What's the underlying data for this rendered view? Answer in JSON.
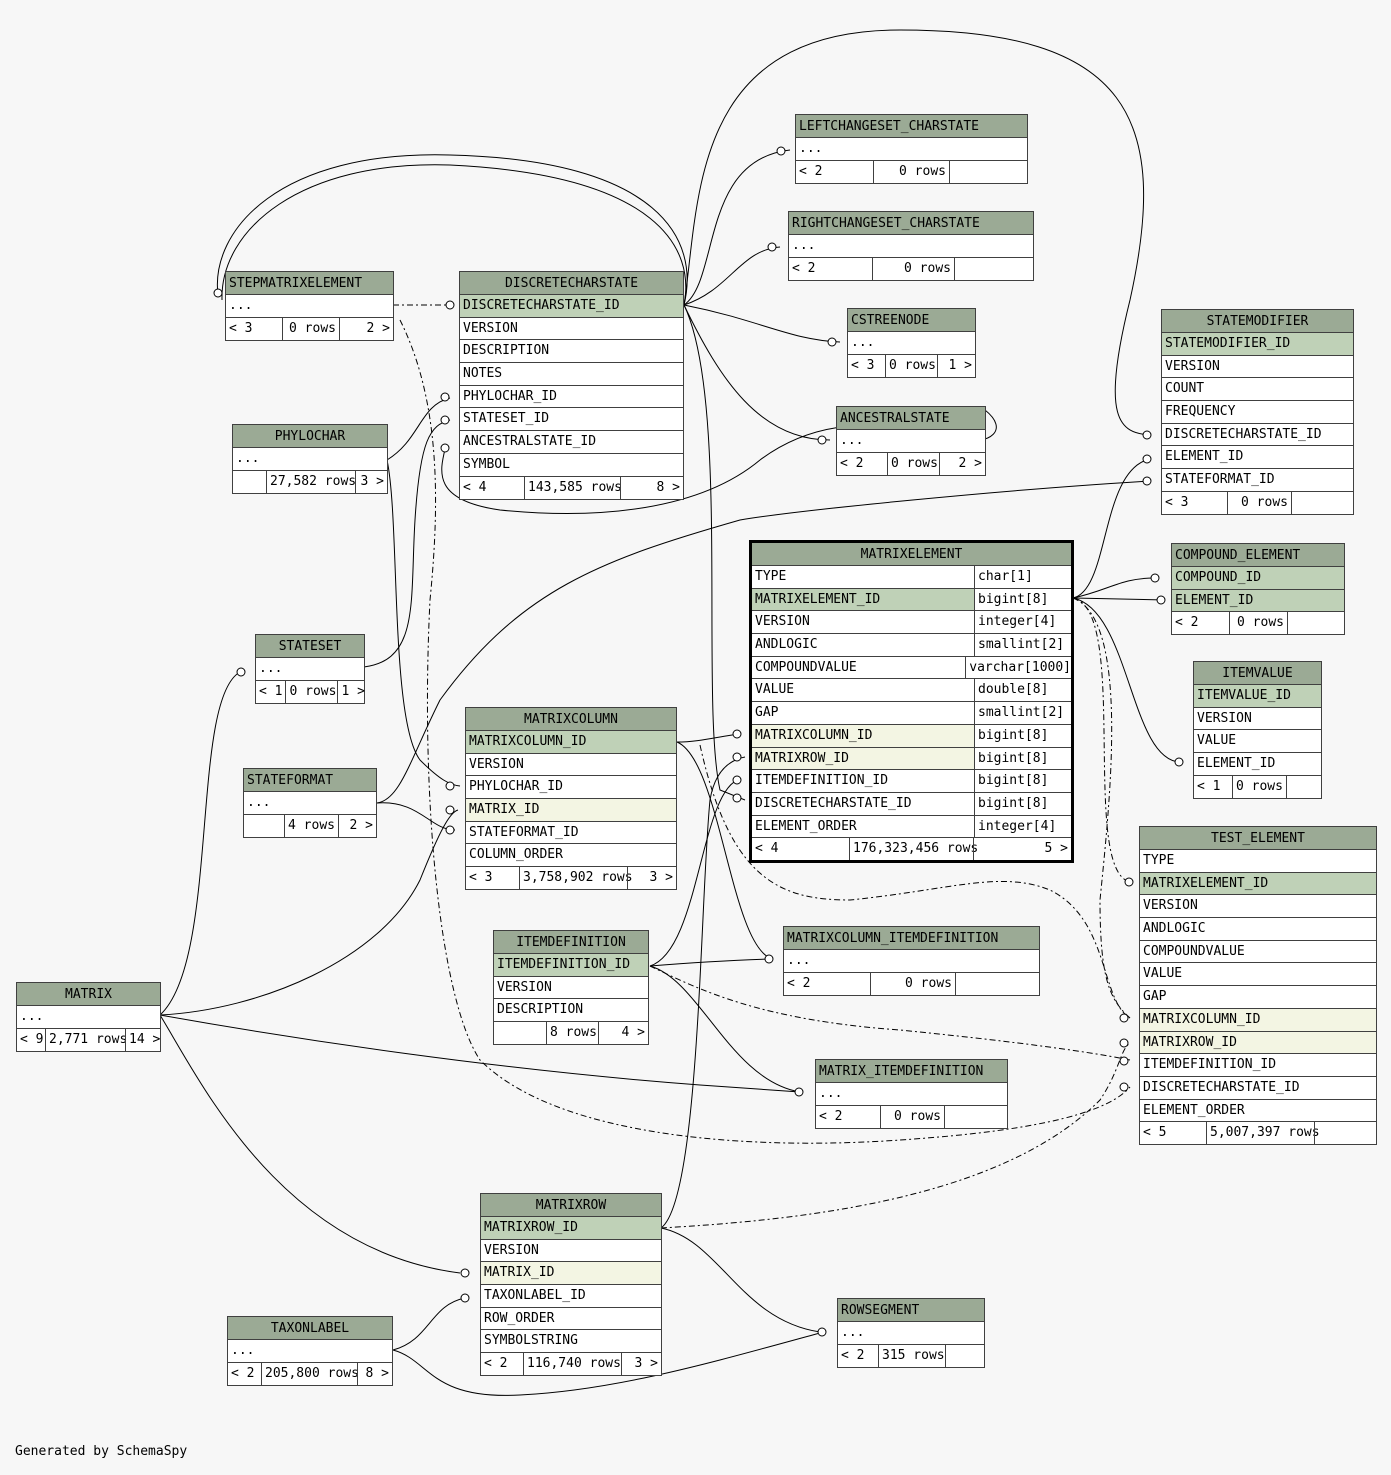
{
  "footer_text": "Generated by SchemaSpy",
  "tables": {
    "leftchangeset_charstate": {
      "name": "LEFTCHANGESET_CHARSTATE",
      "rows": [
        "..."
      ],
      "foot": [
        "< 2",
        "0 rows",
        ""
      ]
    },
    "rightchangeset_charstate": {
      "name": "RIGHTCHANGESET_CHARSTATE",
      "rows": [
        "..."
      ],
      "foot": [
        "< 2",
        "0 rows",
        ""
      ]
    },
    "stepmatrixelement": {
      "name": "STEPMATRIXELEMENT",
      "rows": [
        "..."
      ],
      "foot": [
        "< 3",
        "0 rows",
        "2 >"
      ]
    },
    "discretecharstate": {
      "name": "DISCRETECHARSTATE",
      "rows": [
        "DISCRETECHARSTATE_ID",
        "VERSION",
        "DESCRIPTION",
        "NOTES",
        "PHYLOCHAR_ID",
        "STATESET_ID",
        "ANCESTRALSTATE_ID",
        "SYMBOL"
      ],
      "foot": [
        "< 4",
        "143,585 rows",
        "8 >"
      ]
    },
    "cstreenode": {
      "name": "CSTREENODE",
      "rows": [
        "..."
      ],
      "foot": [
        "< 3",
        "0 rows",
        "1 >"
      ]
    },
    "statemodifier": {
      "name": "STATEMODIFIER",
      "rows": [
        "STATEMODIFIER_ID",
        "VERSION",
        "COUNT",
        "FREQUENCY",
        "DISCRETECHARSTATE_ID",
        "ELEMENT_ID",
        "STATEFORMAT_ID"
      ],
      "foot": [
        "< 3",
        "0 rows",
        ""
      ]
    },
    "ancestralstate": {
      "name": "ANCESTRALSTATE",
      "rows": [
        "..."
      ],
      "foot": [
        "< 2",
        "0 rows",
        "2 >"
      ]
    },
    "phylochar": {
      "name": "PHYLOCHAR",
      "rows": [
        "..."
      ],
      "foot": [
        "",
        "27,582 rows",
        "3 >"
      ]
    },
    "matrixelement": {
      "name": "MATRIXELEMENT",
      "rows": [
        [
          "TYPE",
          "char[1]"
        ],
        [
          "MATRIXELEMENT_ID",
          "bigint[8]"
        ],
        [
          "VERSION",
          "integer[4]"
        ],
        [
          "ANDLOGIC",
          "smallint[2]"
        ],
        [
          "COMPOUNDVALUE",
          "varchar[1000]"
        ],
        [
          "VALUE",
          "double[8]"
        ],
        [
          "GAP",
          "smallint[2]"
        ],
        [
          "MATRIXCOLUMN_ID",
          "bigint[8]"
        ],
        [
          "MATRIXROW_ID",
          "bigint[8]"
        ],
        [
          "ITEMDEFINITION_ID",
          "bigint[8]"
        ],
        [
          "DISCRETECHARSTATE_ID",
          "bigint[8]"
        ],
        [
          "ELEMENT_ORDER",
          "integer[4]"
        ]
      ],
      "foot": [
        "< 4",
        "176,323,456 rows",
        "5 >"
      ]
    },
    "compound_element": {
      "name": "COMPOUND_ELEMENT",
      "rows": [
        "COMPOUND_ID",
        "ELEMENT_ID"
      ],
      "foot": [
        "< 2",
        "0 rows",
        ""
      ]
    },
    "stateset": {
      "name": "STATESET",
      "rows": [
        "..."
      ],
      "foot": [
        "< 1",
        "0 rows",
        "1 >"
      ]
    },
    "itemvalue": {
      "name": "ITEMVALUE",
      "rows": [
        "ITEMVALUE_ID",
        "VERSION",
        "VALUE",
        "ELEMENT_ID"
      ],
      "foot": [
        "< 1",
        "0 rows",
        ""
      ]
    },
    "matrixcolumn": {
      "name": "MATRIXCOLUMN",
      "rows": [
        "MATRIXCOLUMN_ID",
        "VERSION",
        "PHYLOCHAR_ID",
        "MATRIX_ID",
        "STATEFORMAT_ID",
        "COLUMN_ORDER"
      ],
      "foot": [
        "< 3",
        "3,758,902 rows",
        "3 >"
      ]
    },
    "stateformat": {
      "name": "STATEFORMAT",
      "rows": [
        "..."
      ],
      "foot": [
        "",
        "4 rows",
        "2 >"
      ]
    },
    "test_element": {
      "name": "TEST_ELEMENT",
      "rows": [
        "TYPE",
        "MATRIXELEMENT_ID",
        "VERSION",
        "ANDLOGIC",
        "COMPOUNDVALUE",
        "VALUE",
        "GAP",
        "MATRIXCOLUMN_ID",
        "MATRIXROW_ID",
        "ITEMDEFINITION_ID",
        "DISCRETECHARSTATE_ID",
        "ELEMENT_ORDER"
      ],
      "foot": [
        "< 5",
        "5,007,397 rows",
        ""
      ]
    },
    "matrixcolumn_itemdefinition": {
      "name": "MATRIXCOLUMN_ITEMDEFINITION",
      "rows": [
        "..."
      ],
      "foot": [
        "< 2",
        "0 rows",
        ""
      ]
    },
    "itemdefinition": {
      "name": "ITEMDEFINITION",
      "rows": [
        "ITEMDEFINITION_ID",
        "VERSION",
        "DESCRIPTION"
      ],
      "foot": [
        "",
        "8 rows",
        "4 >"
      ]
    },
    "matrix": {
      "name": "MATRIX",
      "rows": [
        "..."
      ],
      "foot": [
        "< 9",
        "2,771 rows",
        "14 >"
      ]
    },
    "matrix_itemdefinition": {
      "name": "MATRIX_ITEMDEFINITION",
      "rows": [
        "..."
      ],
      "foot": [
        "< 2",
        "0 rows",
        ""
      ]
    },
    "matrixrow": {
      "name": "MATRIXROW",
      "rows": [
        "MATRIXROW_ID",
        "VERSION",
        "MATRIX_ID",
        "TAXONLABEL_ID",
        "ROW_ORDER",
        "SYMBOLSTRING"
      ],
      "foot": [
        "< 2",
        "116,740 rows",
        "3 >"
      ]
    },
    "rowsegment": {
      "name": "ROWSEGMENT",
      "rows": [
        "..."
      ],
      "foot": [
        "< 2",
        "315 rows",
        ""
      ]
    },
    "taxonlabel": {
      "name": "TAXONLABEL",
      "rows": [
        "..."
      ],
      "foot": [
        "< 2",
        "205,800 rows",
        "8 >"
      ]
    }
  }
}
